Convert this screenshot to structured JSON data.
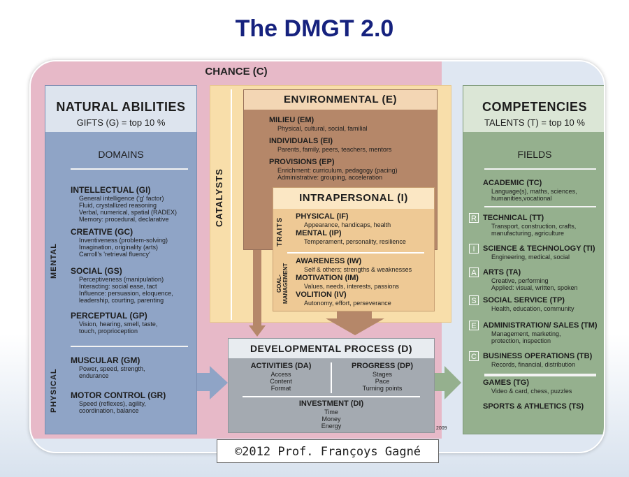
{
  "title": "The DMGT 2.0",
  "chance": "CHANCE (C)",
  "natural": {
    "heading": "NATURAL ABILITIES",
    "gifts": "GIFTS (G) = top 10 %",
    "domains": "DOMAINS",
    "mental_label": "MENTAL",
    "physical_label": "PHYSICAL",
    "items": [
      {
        "title": "INTELLECTUAL (GI)",
        "lines": [
          "General intelligence ('g' factor)",
          "Fluid, crystallized reasoning",
          "Verbal, numerical, spatial (RADEX)",
          "Memory: procedural, declarative"
        ]
      },
      {
        "title": "CREATIVE (GC)",
        "lines": [
          "Inventiveness (problem-solving)",
          "Imagination, originality (arts)",
          "Carroll's 'retrieval fluency'"
        ]
      },
      {
        "title": "SOCIAL (GS)",
        "lines": [
          "Perceptiveness (manipulation)",
          "Interacting: social ease, tact",
          "Influence: persuasion, eloquence,",
          "leadership, courting, parenting"
        ]
      },
      {
        "title": "PERCEPTUAL (GP)",
        "lines": [
          "Vision, hearing, smell, taste,",
          "touch, proprioception"
        ]
      },
      {
        "title": "MUSCULAR (GM)",
        "lines": [
          "Power, speed, strength,",
          "endurance"
        ]
      },
      {
        "title": "MOTOR CONTROL (GR)",
        "lines": [
          "Speed (reflexes), agility,",
          "coordination, balance"
        ]
      }
    ]
  },
  "catalysts": "CATALYSTS",
  "environmental": {
    "heading": "ENVIRONMENTAL (E)",
    "items": [
      {
        "title": "MILIEU (EM)",
        "lines": [
          "Physical, cultural, social, familial"
        ]
      },
      {
        "title": "INDIVIDUALS (EI)",
        "lines": [
          "Parents, family, peers, teachers, mentors"
        ]
      },
      {
        "title": "PROVISIONS (EP)",
        "lines": [
          "Enrichment: curriculum, pedagogy (pacing)",
          "Administrative: grouping, acceleration"
        ]
      }
    ]
  },
  "intrapersonal": {
    "heading": "INTRAPERSONAL (I)",
    "traits_label": "TRAITS",
    "goal_label": "GOAL-MANAGEMENT",
    "items": [
      {
        "title": "PHYSICAL (IF)",
        "lines": [
          "Appearance, handicaps, health"
        ]
      },
      {
        "title": "MENTAL (IP)",
        "lines": [
          "Temperament, personality, resilience"
        ]
      },
      {
        "title": "AWARENESS (IW)",
        "lines": [
          "Self & others; strengths & weaknesses"
        ]
      },
      {
        "title": "MOTIVATION (IM)",
        "lines": [
          "Values, needs, interests, passions"
        ]
      },
      {
        "title": "VOLITION (IV)",
        "lines": [
          "Autonomy, effort, perseverance"
        ]
      }
    ]
  },
  "developmental": {
    "heading": "DEVELOPMENTAL PROCESS (D)",
    "activities": {
      "title": "ACTIVITIES (DA)",
      "lines": [
        "Access",
        "Content",
        "Format"
      ]
    },
    "progress": {
      "title": "PROGRESS (DP)",
      "lines": [
        "Stages",
        "Pace",
        "Turning points"
      ]
    },
    "investment": {
      "title": "INVESTMENT (DI)",
      "lines": [
        "Time",
        "Money",
        "Energy"
      ]
    }
  },
  "competencies": {
    "heading": "COMPETENCIES",
    "talents": "TALENTS (T) = top 10 %",
    "fields": "FIELDS",
    "items": [
      {
        "letter": "",
        "title": "ACADEMIC (TC)",
        "lines": [
          "Language(s), maths, sciences,",
          "humanities,vocational"
        ]
      },
      {
        "letter": "R",
        "title": "TECHNICAL (TT)",
        "lines": [
          "Transport, construction, crafts,",
          "manufacturing, agriculture"
        ]
      },
      {
        "letter": "I",
        "title": "SCIENCE & TECHNOLOGY (TI)",
        "lines": [
          "Engineering, medical, social"
        ]
      },
      {
        "letter": "A",
        "title": "ARTS (TA)",
        "lines": [
          "Creative, performing",
          "Applied: visual, written, spoken"
        ]
      },
      {
        "letter": "S",
        "title": "SOCIAL SERVICE (TP)",
        "lines": [
          "Health, education, community"
        ]
      },
      {
        "letter": "E",
        "title": "ADMINISTRATION/ SALES (TM)",
        "lines": [
          "Management, marketing,",
          "protection, inspection"
        ]
      },
      {
        "letter": "C",
        "title": "BUSINESS OPERATIONS (TB)",
        "lines": [
          "Records, financial, distribution"
        ]
      },
      {
        "letter": "",
        "title": "GAMES (TG)",
        "lines": [
          "Video & card, chess, puzzles"
        ]
      },
      {
        "letter": "",
        "title": "SPORTS & ATHLETICS (TS)",
        "lines": []
      }
    ]
  },
  "version_mark": "2009",
  "footer": "©2012 Prof. Françoys Gagné"
}
